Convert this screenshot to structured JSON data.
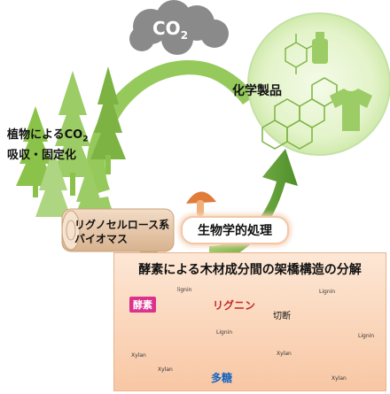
{
  "co2_cloud": {
    "text": "CO",
    "sub": "2"
  },
  "fixation": {
    "line1_prefix": "植物によるCO",
    "line1_sub": "2",
    "line2": "吸収・固定化"
  },
  "chemicals_label": "化学製品",
  "biomass_label": {
    "line1": "リグノセルロース系",
    "line2": "バイオマス"
  },
  "treatment_label": "生物学的処理",
  "enzyme_panel": {
    "title": "酵素による木材成分間の架橋構造の分解",
    "enzyme_badge": "酵素",
    "lignin_label": "リグニン",
    "cleavage_label": "切断",
    "polysaccharide_label": "多糖",
    "struct_lignin_top": "lignin",
    "struct_lignin_side": "Lignin",
    "struct_xylan_left": "Xylan",
    "struct_xylan_right": "Xylan",
    "struct_xylan_bottom": "Xylan",
    "struct_lignin_product": "Lignin",
    "struct_lignin_product_side": "Lignin",
    "struct_xylan_product": "Xylan"
  },
  "colors": {
    "arrow_green": "#7cb342",
    "tree_green": "#8bc34a",
    "cloud_gray": "#8a8a8a",
    "enzyme_pink": "#d9338c",
    "lignin_red": "#c62828",
    "polysaccharide_blue": "#1565c0",
    "mushroom_orange": "#e07b39"
  }
}
